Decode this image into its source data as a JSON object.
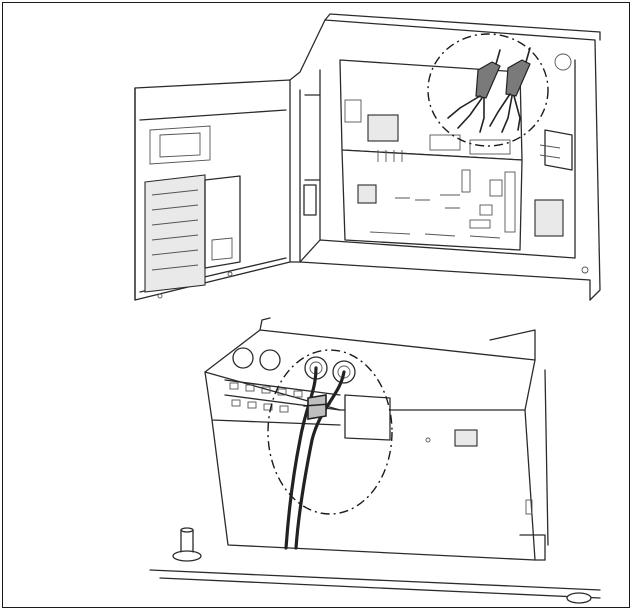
{
  "figure": {
    "panels": [
      {
        "id": "top",
        "depicts": "open-control-box-with-pcb-and-ferrite-cores"
      },
      {
        "id": "bottom",
        "depicts": "cable-entry-plate-with-grommets"
      }
    ],
    "highlight_style": "dash-dot-ellipse",
    "colors": {
      "line": "#2b2b2b",
      "frame": "#1a1a1a",
      "ferrite": "#7a7a7a",
      "background": "#ffffff"
    }
  }
}
